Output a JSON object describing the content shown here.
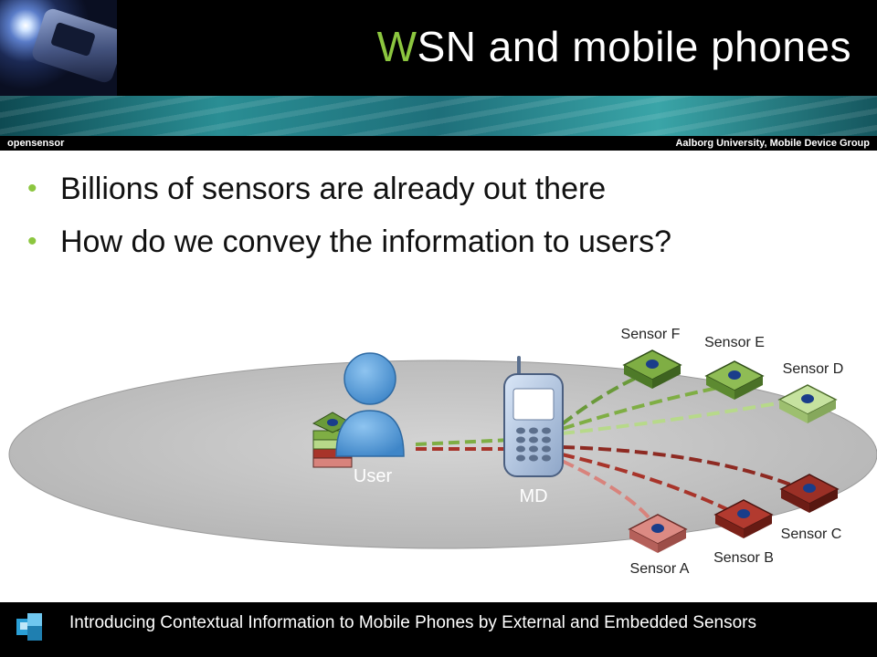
{
  "header": {
    "title_accent": "W",
    "title_rest": "SN and mobile phones"
  },
  "meta": {
    "left": "opensensor",
    "right": "Aalborg University, Mobile Device Group"
  },
  "bullets": [
    "Billions of sensors are already out there",
    "How do we convey the information to users?"
  ],
  "diagram": {
    "user_label": "User",
    "md_label": "MD",
    "sensors": [
      {
        "label": "Sensor F",
        "color": "#6a9a3a"
      },
      {
        "label": "Sensor E",
        "color": "#7fae44"
      },
      {
        "label": "Sensor D",
        "color": "#b7d98a"
      },
      {
        "label": "Sensor C",
        "color": "#8e2a22"
      },
      {
        "label": "Sensor B",
        "color": "#a8342a"
      },
      {
        "label": "Sensor A",
        "color": "#d8837c"
      }
    ]
  },
  "footer": {
    "text": "Introducing Contextual Information to Mobile Phones by External and Embedded Sensors"
  },
  "colors": {
    "accent": "#8cc63f",
    "ground": "#c8c8c8"
  }
}
